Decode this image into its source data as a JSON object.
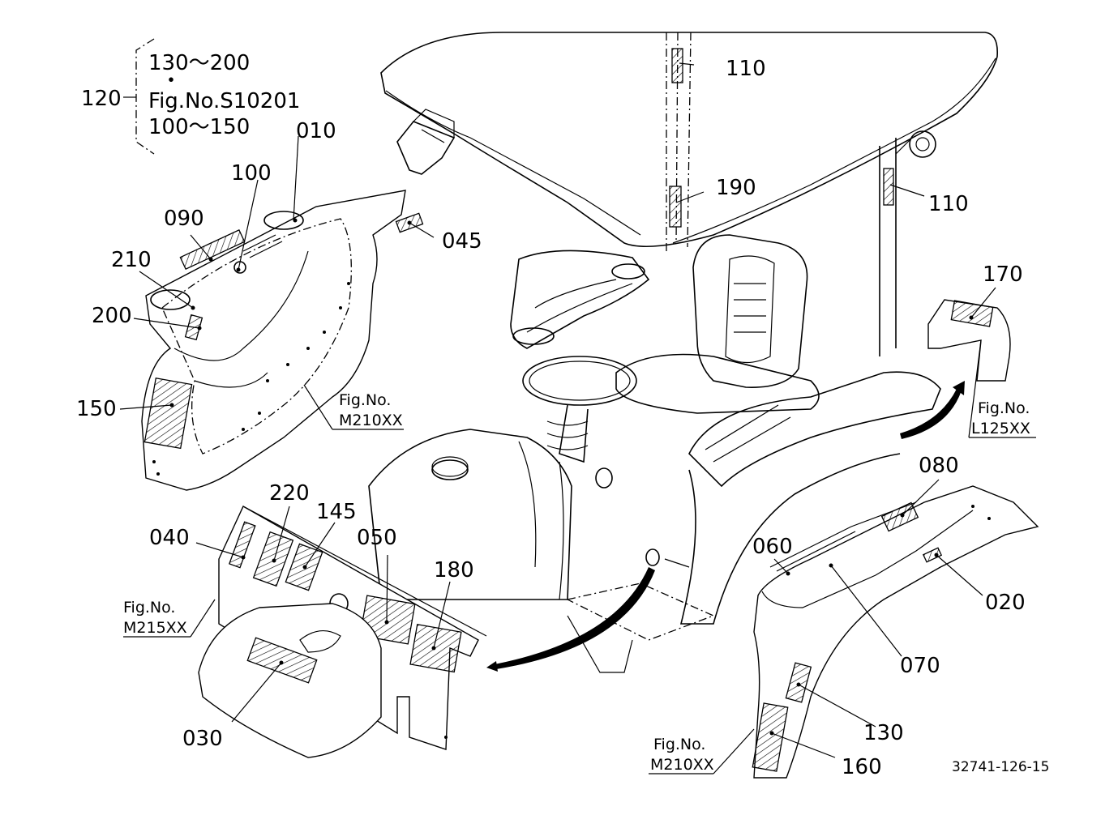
{
  "group_ref": {
    "label": "120",
    "line1": "130～200",
    "line2": "・",
    "line3": "Fig.No.S10201",
    "line4": "100～150"
  },
  "callouts": [
    {
      "id": "010",
      "text": "010"
    },
    {
      "id": "020",
      "text": "020"
    },
    {
      "id": "030",
      "text": "030"
    },
    {
      "id": "040",
      "text": "040"
    },
    {
      "id": "045",
      "text": "045"
    },
    {
      "id": "050",
      "text": "050"
    },
    {
      "id": "060",
      "text": "060"
    },
    {
      "id": "070",
      "text": "070"
    },
    {
      "id": "080",
      "text": "080"
    },
    {
      "id": "090",
      "text": "090"
    },
    {
      "id": "100",
      "text": "100"
    },
    {
      "id": "110a",
      "text": "110"
    },
    {
      "id": "110b",
      "text": "110"
    },
    {
      "id": "130",
      "text": "130"
    },
    {
      "id": "145",
      "text": "145"
    },
    {
      "id": "150",
      "text": "150"
    },
    {
      "id": "160",
      "text": "160"
    },
    {
      "id": "170",
      "text": "170"
    },
    {
      "id": "180",
      "text": "180"
    },
    {
      "id": "190",
      "text": "190"
    },
    {
      "id": "200",
      "text": "200"
    },
    {
      "id": "210",
      "text": "210"
    },
    {
      "id": "220",
      "text": "220"
    }
  ],
  "figure_refs": [
    {
      "id": "fig-left",
      "line1": "Fig.No.",
      "line2": "M210XX"
    },
    {
      "id": "fig-right-lower",
      "line1": "Fig.No.",
      "line2": "M210XX"
    },
    {
      "id": "fig-dash",
      "line1": "Fig.No.",
      "line2": "M215XX"
    },
    {
      "id": "fig-step",
      "line1": "Fig.No.",
      "line2": "L125XX"
    }
  ],
  "drawing_code": "32741-126-15"
}
